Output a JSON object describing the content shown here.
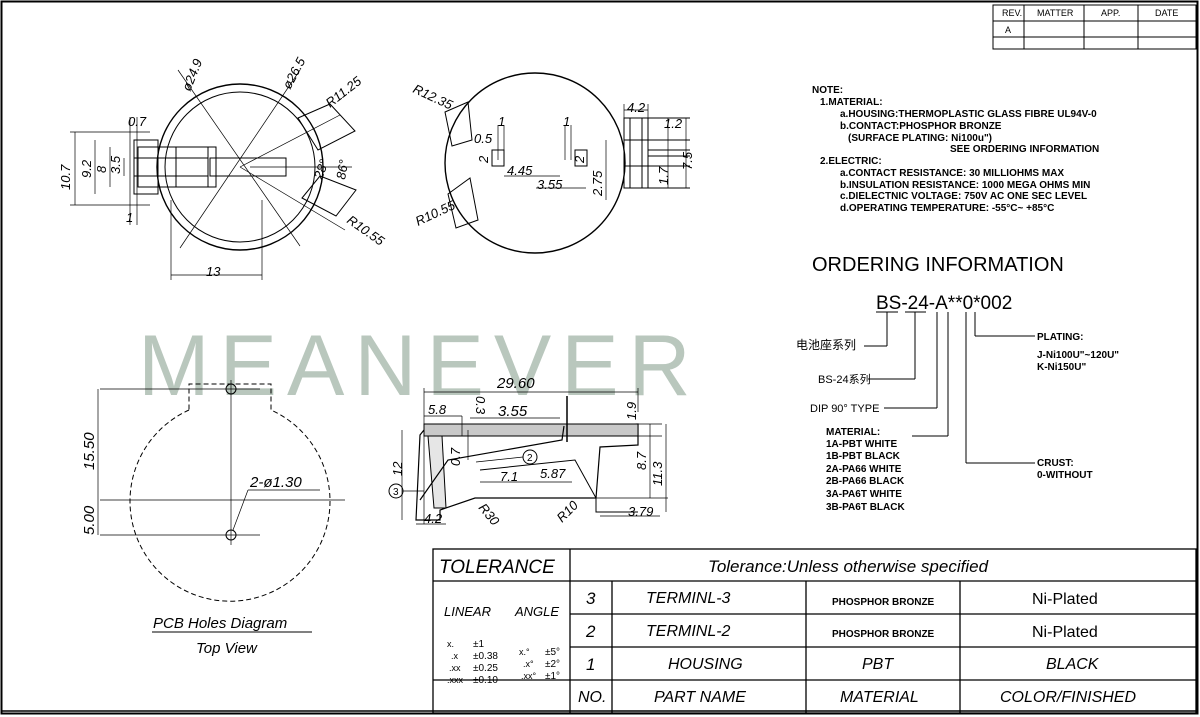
{
  "revision_block": {
    "headers": [
      "REV.",
      "MATTER",
      "APP.",
      "DATE"
    ],
    "rev": "A"
  },
  "watermark": "MEANEVER",
  "notes": {
    "title": "NOTE:",
    "material_heading": "1.MATERIAL:",
    "material_lines": [
      "a.HOUSING:THERMOPLASTIC GLASS FIBRE UL94V-0",
      "b.CONTACT:PHOSPHOR BRONZE",
      "(SURFACE PLATING: Ni100u\")",
      "SEE ORDERING INFORMATION"
    ],
    "electric_heading": "2.ELECTRIC:",
    "electric_lines": [
      "a.CONTACT RESISTANCE: 30 MILLIOHMS MAX",
      "b.INSULATION RESISTANCE: 1000 MEGA OHMS MIN",
      "c.DIELECTNIC VOLTAGE: 750V AC ONE SEC LEVEL",
      "d.OPERATING TEMPERATURE: -55°C~ +85°C"
    ]
  },
  "ordering": {
    "title": "ORDERING INFORMATION",
    "part_number": "BS-24-A**0*002",
    "series_cn": "电池座系列",
    "series_code": "BS-24系列",
    "dip_type": "DIP 90° TYPE",
    "material_heading": "MATERIAL:",
    "material_options": [
      "1A-PBT WHITE",
      "1B-PBT BLACK",
      "2A-PA66 WHITE",
      "2B-PA66 BLACK",
      "3A-PA6T WHITE",
      "3B-PA6T BLACK"
    ],
    "plating_heading": "PLATING:",
    "plating_options": [
      "J-Ni100U\"~120U\"",
      "K-Ni150U\""
    ],
    "crust_heading": "CRUST:",
    "crust_options": [
      "0-WITHOUT"
    ]
  },
  "front_view": {
    "dims": [
      "ø24.9",
      "ø26.5",
      "R11.25",
      "R10.55",
      "0.7",
      "10.7",
      "9.2",
      "8",
      "3.5",
      "1",
      "13",
      "28°",
      "86°"
    ]
  },
  "back_view": {
    "dims": [
      "R12.35",
      "R10.55",
      "0.5",
      "1",
      "1",
      "2",
      "2",
      "4.45",
      "3.55",
      "2.75",
      "4.2",
      "1.2",
      "7.5",
      "1.7"
    ]
  },
  "pcb_holes": {
    "dims": [
      "15.50",
      "5.00",
      "2-ø1.30"
    ],
    "title": "PCB Holes Diagram",
    "subtitle": "Top View"
  },
  "side_view": {
    "dims": [
      "29.60",
      "5.8",
      "3.55",
      "0.3",
      "1.9",
      "12",
      "0.7",
      "7.1",
      "5.87",
      "8.7",
      "11.3",
      "R30",
      "R10",
      "4.2",
      "3.79"
    ],
    "callouts": [
      "2",
      "3"
    ]
  },
  "tolerance": {
    "header_left": "TOLERANCE",
    "header_right": "Tolerance:Unless otherwise specified",
    "linear_label": "LINEAR",
    "angle_label": "ANGLE",
    "linear": [
      {
        "k": "x.",
        "v": "±1"
      },
      {
        "k": ".x",
        "v": "±0.38"
      },
      {
        "k": ".xx",
        "v": "±0.25"
      },
      {
        "k": ".xxx",
        "v": "±0.10"
      }
    ],
    "angle": [
      {
        "k": "x.°",
        "v": "±5°"
      },
      {
        "k": ".x°",
        "v": "±2°"
      },
      {
        "k": ".xx°",
        "v": "±1°"
      }
    ],
    "rows": [
      {
        "no": "3",
        "part": "TERMINL-3",
        "material": "PHOSPHOR BRONZE",
        "color": "Ni-Plated"
      },
      {
        "no": "2",
        "part": "TERMINL-2",
        "material": "PHOSPHOR BRONZE",
        "color": "Ni-Plated"
      },
      {
        "no": "1",
        "part": "HOUSING",
        "material": "PBT",
        "color": "BLACK"
      }
    ],
    "columns": [
      "NO.",
      "PART NAME",
      "MATERIAL",
      "COLOR/FINISHED"
    ]
  },
  "colors": {
    "line": "#000000",
    "watermark": "#b9c7bd",
    "background": "#ffffff"
  }
}
